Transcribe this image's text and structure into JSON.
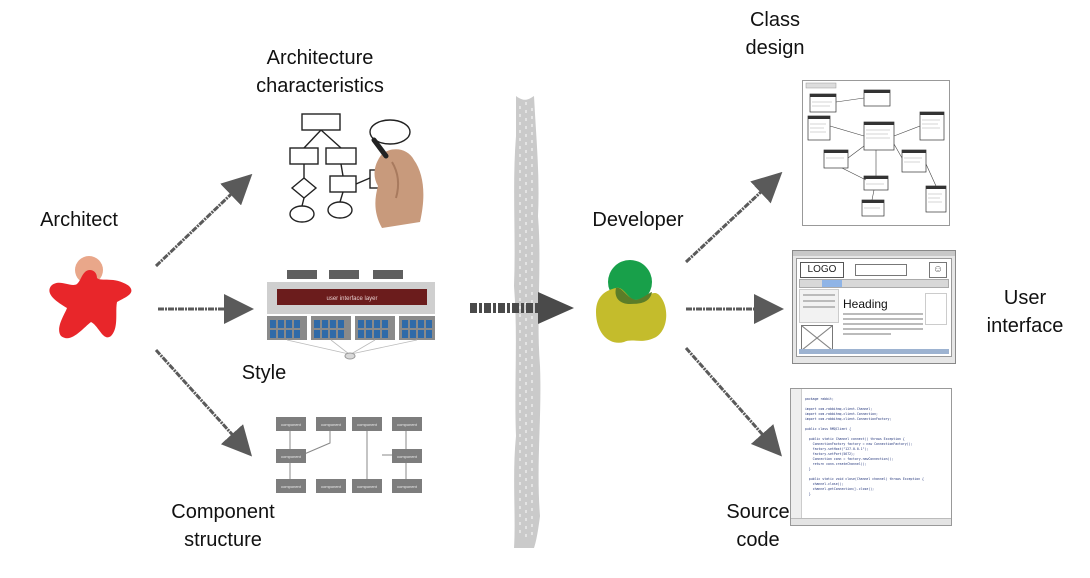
{
  "labels": {
    "architect": "Architect",
    "arch_char_line1": "Architecture",
    "arch_char_line2": "characteristics",
    "style": "Style",
    "component_line1": "Component",
    "component_line2": "structure",
    "developer": "Developer",
    "class_line1": "Class",
    "class_line2": "design",
    "ui_line1": "User",
    "ui_line2": "interface",
    "source_line1": "Source",
    "source_line2": "code"
  },
  "wireframe": {
    "logo": "LOGO",
    "heading": "Heading"
  },
  "style_diagram": {
    "layer_label": "user interface layer"
  },
  "component_diagram": {
    "box_label": "component"
  },
  "source_code": {
    "lines": [
      "package rabbit;",
      "",
      "import com.rabbitmq.client.Channel;",
      "import com.rabbitmq.client.Connection;",
      "import com.rabbitmq.client.ConnectionFactory;",
      "",
      "public class RMQClient {",
      "",
      "  public static Channel connect() throws Exception {",
      "    ConnectionFactory factory = new ConnectionFactory();",
      "    factory.setHost(\"127.0.0.1\");",
      "    factory.setPort(5672);",
      "    Connection conn = factory.newConnection();",
      "    return conn.createChannel();",
      "  }",
      "",
      "  public static void close(Channel channel) throws Exception {",
      "    channel.close();",
      "    channel.getConnection().close();",
      "  }"
    ]
  },
  "colors": {
    "architect_red": "#e8262a",
    "architect_head": "#e9a78a",
    "developer_green": "#18a04a",
    "developer_olive": "#c4bc2c",
    "arrow_gray": "#5a5a5a",
    "wall_gray": "#c9c9c9"
  }
}
